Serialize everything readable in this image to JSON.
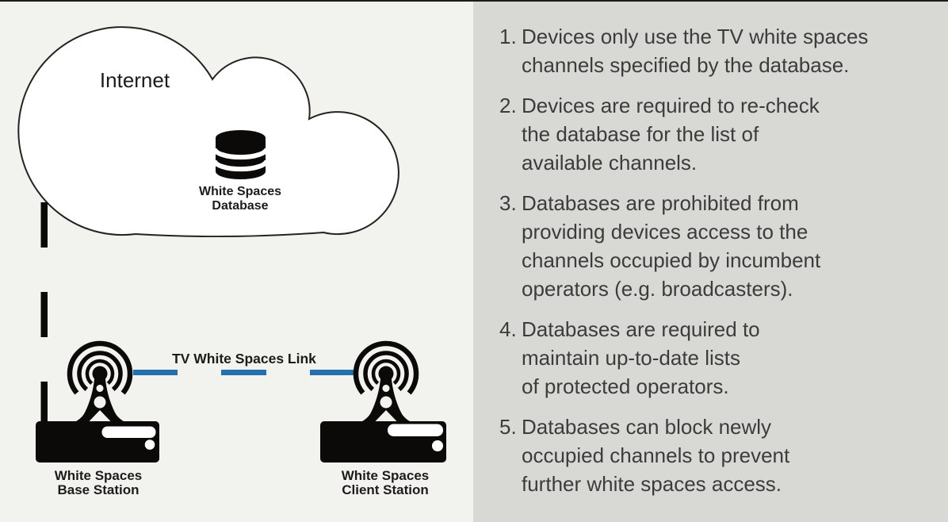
{
  "diagram": {
    "cloud_label": "Internet",
    "database_label": {
      "line1": "White Spaces",
      "line2": "Database"
    },
    "link_label": "TV White Spaces Link",
    "base_station_label": {
      "line1": "White Spaces",
      "line2": "Base Station"
    },
    "client_station_label": {
      "line1": "White Spaces",
      "line2": "Client Station"
    },
    "colors": {
      "link_blue": "#2271AE",
      "ink_black": "#0c0a09",
      "left_panel_bg": "#f2f2ef",
      "right_panel_bg": "#d8d8d5"
    }
  },
  "rules": {
    "items": [
      {
        "number": "1.",
        "lines": [
          "Devices only use the TV white spaces",
          "channels specified by the database."
        ]
      },
      {
        "number": "2.",
        "lines": [
          "Devices are required to re-check",
          "the database for the list of",
          "available channels."
        ]
      },
      {
        "number": "3.",
        "lines": [
          "Databases are prohibited from",
          "providing devices access to the",
          "channels occupied by incumbent",
          "operators (e.g. broadcasters)."
        ]
      },
      {
        "number": "4.",
        "lines": [
          "Databases are required to",
          "maintain up-to-date lists",
          "of protected operators."
        ]
      },
      {
        "number": "5.",
        "lines": [
          "Databases can block newly",
          "occupied channels to prevent",
          "further white spaces access."
        ]
      }
    ]
  }
}
